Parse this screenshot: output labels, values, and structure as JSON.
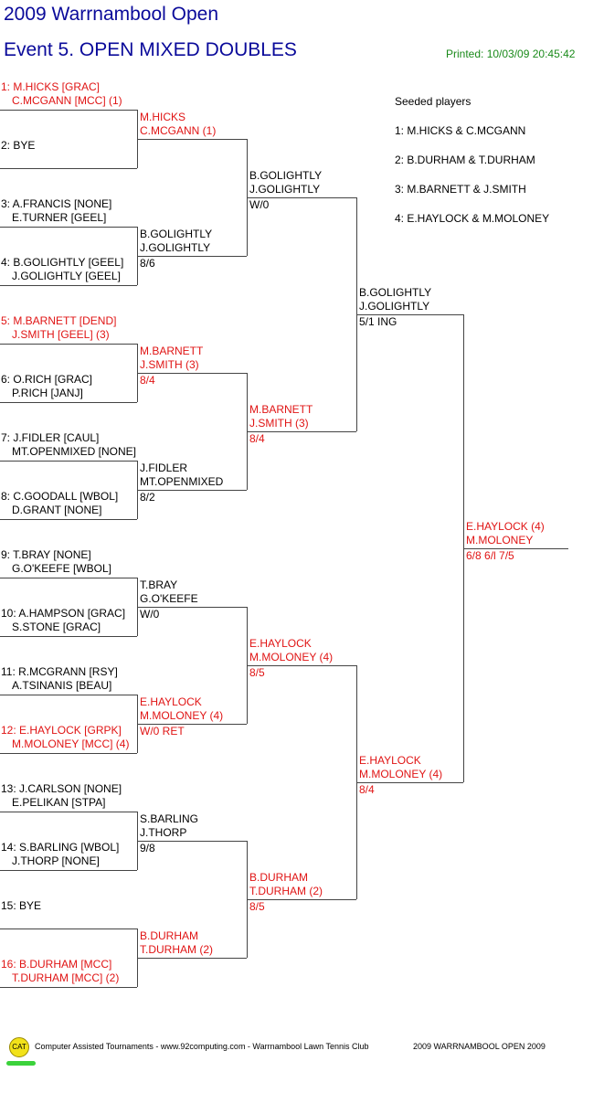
{
  "header": {
    "title": "2009 Warrnambool Open",
    "event": "Event 5. OPEN MIXED DOUBLES",
    "printed": "Printed: 10/03/09 20:45:42"
  },
  "colors": {
    "title": "#0a0a9a",
    "seed": "#e01414",
    "printed": "#1a8a1a"
  },
  "draw": [
    {
      "l1": "1: M.HICKS [GRAC]",
      "l2": "C.MCGANN [MCC] (1)",
      "seeded": true
    },
    {
      "l1": "2: BYE",
      "l2": "",
      "seeded": false
    },
    {
      "l1": "3: A.FRANCIS [NONE]",
      "l2": "E.TURNER [GEEL]",
      "seeded": false
    },
    {
      "l1": "4: B.GOLIGHTLY [GEEL]",
      "l2": "J.GOLIGHTLY [GEEL]",
      "seeded": false
    },
    {
      "l1": "5: M.BARNETT [DEND]",
      "l2": "J.SMITH [GEEL] (3)",
      "seeded": true
    },
    {
      "l1": "6: O.RICH [GRAC]",
      "l2": "P.RICH [JANJ]",
      "seeded": false
    },
    {
      "l1": "7: J.FIDLER [CAUL]",
      "l2": "MT.OPENMIXED [NONE]",
      "seeded": false
    },
    {
      "l1": "8: C.GOODALL [WBOL]",
      "l2": "D.GRANT [NONE]",
      "seeded": false
    },
    {
      "l1": "9: T.BRAY [NONE]",
      "l2": "G.O'KEEFE [WBOL]",
      "seeded": false
    },
    {
      "l1": "10: A.HAMPSON [GRAC]",
      "l2": "S.STONE [GRAC]",
      "seeded": false
    },
    {
      "l1": "11: R.MCGRANN [RSY]",
      "l2": "A.TSINANIS [BEAU]",
      "seeded": false
    },
    {
      "l1": "12: E.HAYLOCK [GRPK]",
      "l2": "M.MOLONEY [MCC] (4)",
      "seeded": true
    },
    {
      "l1": "13: J.CARLSON [NONE]",
      "l2": "E.PELIKAN [STPA]",
      "seeded": false
    },
    {
      "l1": "14: S.BARLING [WBOL]",
      "l2": "J.THORP [NONE]",
      "seeded": false
    },
    {
      "l1": "15: BYE",
      "l2": "",
      "seeded": false
    },
    {
      "l1": "16: B.DURHAM [MCC]",
      "l2": "T.DURHAM [MCC] (2)",
      "seeded": true
    }
  ],
  "round2": [
    {
      "p1": "M.HICKS",
      "p2": "C.MCGANN (1)",
      "score": "",
      "seeded": true
    },
    {
      "p1": "B.GOLIGHTLY",
      "p2": "J.GOLIGHTLY",
      "score": "8/6",
      "seeded": false
    },
    {
      "p1": "M.BARNETT",
      "p2": "J.SMITH (3)",
      "score": "8/4",
      "seeded": true
    },
    {
      "p1": "J.FIDLER",
      "p2": "MT.OPENMIXED",
      "score": "8/2",
      "seeded": false
    },
    {
      "p1": "T.BRAY",
      "p2": "G.O'KEEFE",
      "score": "W/0",
      "seeded": false
    },
    {
      "p1": "E.HAYLOCK",
      "p2": "M.MOLONEY (4)",
      "score": "W/0  RET",
      "seeded": true
    },
    {
      "p1": "S.BARLING",
      "p2": "J.THORP",
      "score": "9/8",
      "seeded": false
    },
    {
      "p1": "B.DURHAM",
      "p2": "T.DURHAM (2)",
      "score": "",
      "seeded": true
    }
  ],
  "quarterfinals": [
    {
      "p1": "B.GOLIGHTLY",
      "p2": "J.GOLIGHTLY",
      "score": "W/0",
      "seeded": false
    },
    {
      "p1": "M.BARNETT",
      "p2": "J.SMITH (3)",
      "score": "8/4",
      "seeded": true
    },
    {
      "p1": "E.HAYLOCK",
      "p2": "M.MOLONEY (4)",
      "score": "8/5",
      "seeded": true
    },
    {
      "p1": "B.DURHAM",
      "p2": "T.DURHAM (2)",
      "score": "8/5",
      "seeded": true
    }
  ],
  "semifinals": [
    {
      "p1": "B.GOLIGHTLY",
      "p2": "J.GOLIGHTLY",
      "score": "5/1 ING",
      "seeded": false
    },
    {
      "p1": "E.HAYLOCK",
      "p2": "M.MOLONEY (4)",
      "score": "8/4",
      "seeded": true
    }
  ],
  "final": {
    "p1": "E.HAYLOCK (4)",
    "p2": "M.MOLONEY",
    "score": "6/8 6/l 7/5",
    "seeded": true
  },
  "seeds": {
    "heading": "Seeded players",
    "list": [
      "1: M.HICKS & C.MCGANN",
      "2: B.DURHAM & T.DURHAM",
      "3: M.BARNETT & J.SMITH",
      "4: E.HAYLOCK & M.MOLONEY"
    ]
  },
  "footer": {
    "logo": "CAT",
    "text": "Computer Assisted Tournaments - www.92computing.com -  Warrnambool Lawn Tennis Club",
    "event": "2009 WARRNAMBOOL OPEN 2009"
  }
}
